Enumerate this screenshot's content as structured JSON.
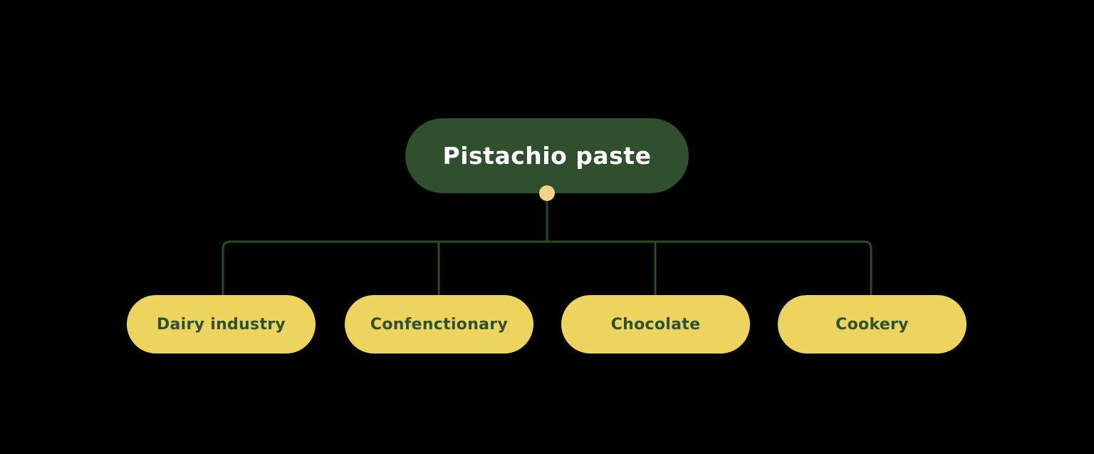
{
  "diagram": {
    "title_node": "Pistachio paste",
    "root": {
      "label": "Pistachio paste"
    },
    "children": [
      {
        "label": "Dairy industry"
      },
      {
        "label": "Confenctionary"
      },
      {
        "label": "Chocolate"
      },
      {
        "label": "Cookery"
      }
    ],
    "colors": {
      "background": "#000000",
      "root_fill": "#304F2C",
      "root_text": "#FFFFFF",
      "child_fill": "#EDD45F",
      "child_text": "#2E5132",
      "connector": "#2D4A28",
      "dot": "#F6D287"
    }
  }
}
